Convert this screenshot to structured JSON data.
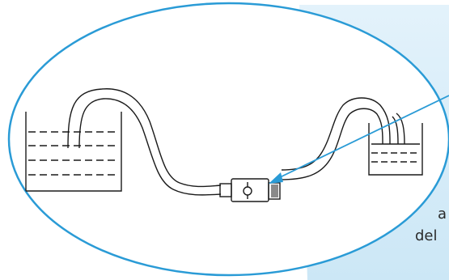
{
  "figure": {
    "caption_fragments": [
      "a",
      "del"
    ],
    "colors": {
      "ellipse": "#2a9bd6",
      "panel": "#d7edf9",
      "arrow": "#2a9bd6",
      "outline": "#1a1a1a",
      "valve_accent": "#888888"
    },
    "parts": [
      "left-vessel",
      "right-vessel",
      "connecting-tube",
      "valve",
      "pointer-arrow"
    ]
  }
}
